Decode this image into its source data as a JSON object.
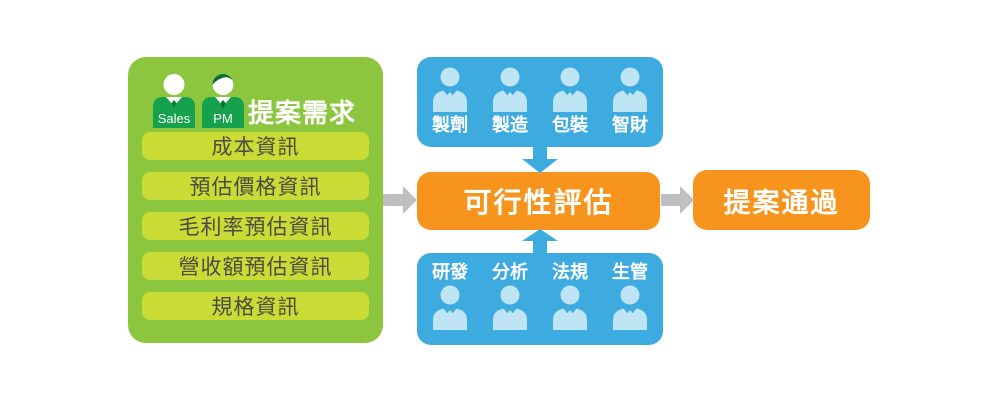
{
  "colors": {
    "panel_green": "#8CC63F",
    "person_green": "#16A14D",
    "pill_lime": "#CBDB35",
    "pill_text": "#4B4B43",
    "panel_blue": "#3DABDF",
    "person_light_blue": "#BFE5F5",
    "box_orange": "#F7941E",
    "arrow_gray": "#BFBFBF",
    "text_white": "#FFFFFF"
  },
  "green_box": {
    "title": "提案需求",
    "roles": [
      "Sales",
      "PM"
    ],
    "items": [
      "成本資訊",
      "預估價格資訊",
      "毛利率預估資訊",
      "營收額預估資訊",
      "規格資訊"
    ]
  },
  "top_team": {
    "members": [
      "製劑",
      "製造",
      "包裝",
      "智財"
    ]
  },
  "bottom_team": {
    "members": [
      "研發",
      "分析",
      "法規",
      "生管"
    ]
  },
  "center_box": {
    "label": "可行性評估"
  },
  "result_box": {
    "label": "提案通過"
  }
}
